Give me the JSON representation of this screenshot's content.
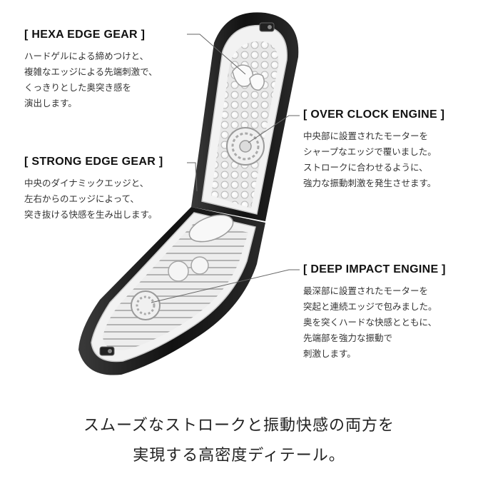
{
  "callouts": {
    "hexa": {
      "title": "[ HEXA EDGE GEAR ]",
      "lines": [
        "ハードゲルによる締めつけと、",
        "複雑なエッジによる先端刺激で、",
        "くっきりとした奥突き感を",
        "演出します。"
      ]
    },
    "strong": {
      "title": "[ STRONG EDGE GEAR ]",
      "lines": [
        "中央のダイナミックエッジと、",
        "左右からのエッジによって、",
        "突き抜ける快感を生み出します。"
      ]
    },
    "over": {
      "title": "[ OVER CLOCK ENGINE ]",
      "lines": [
        "中央部に設置されたモーターを",
        "シャープなエッジで覆いました。",
        "ストロークに合わせるように、",
        "強力な振動刺激を発生させます。"
      ]
    },
    "deep": {
      "title": "[ DEEP IMPACT ENGINE ]",
      "lines": [
        "最深部に設置されたモーターを",
        "突起と連続エッジで包みました。",
        "奥を突くハードな快感とともに、",
        "先端部を強力な振動で",
        "刺激します。"
      ]
    }
  },
  "footer": {
    "line1": "スムーズなストロークと振動快感の両方を",
    "line2": "実現する高密度ディテール。"
  },
  "colors": {
    "shell": "#1a1a1a",
    "inner": "#e8e8e8",
    "leader": "#666666"
  }
}
